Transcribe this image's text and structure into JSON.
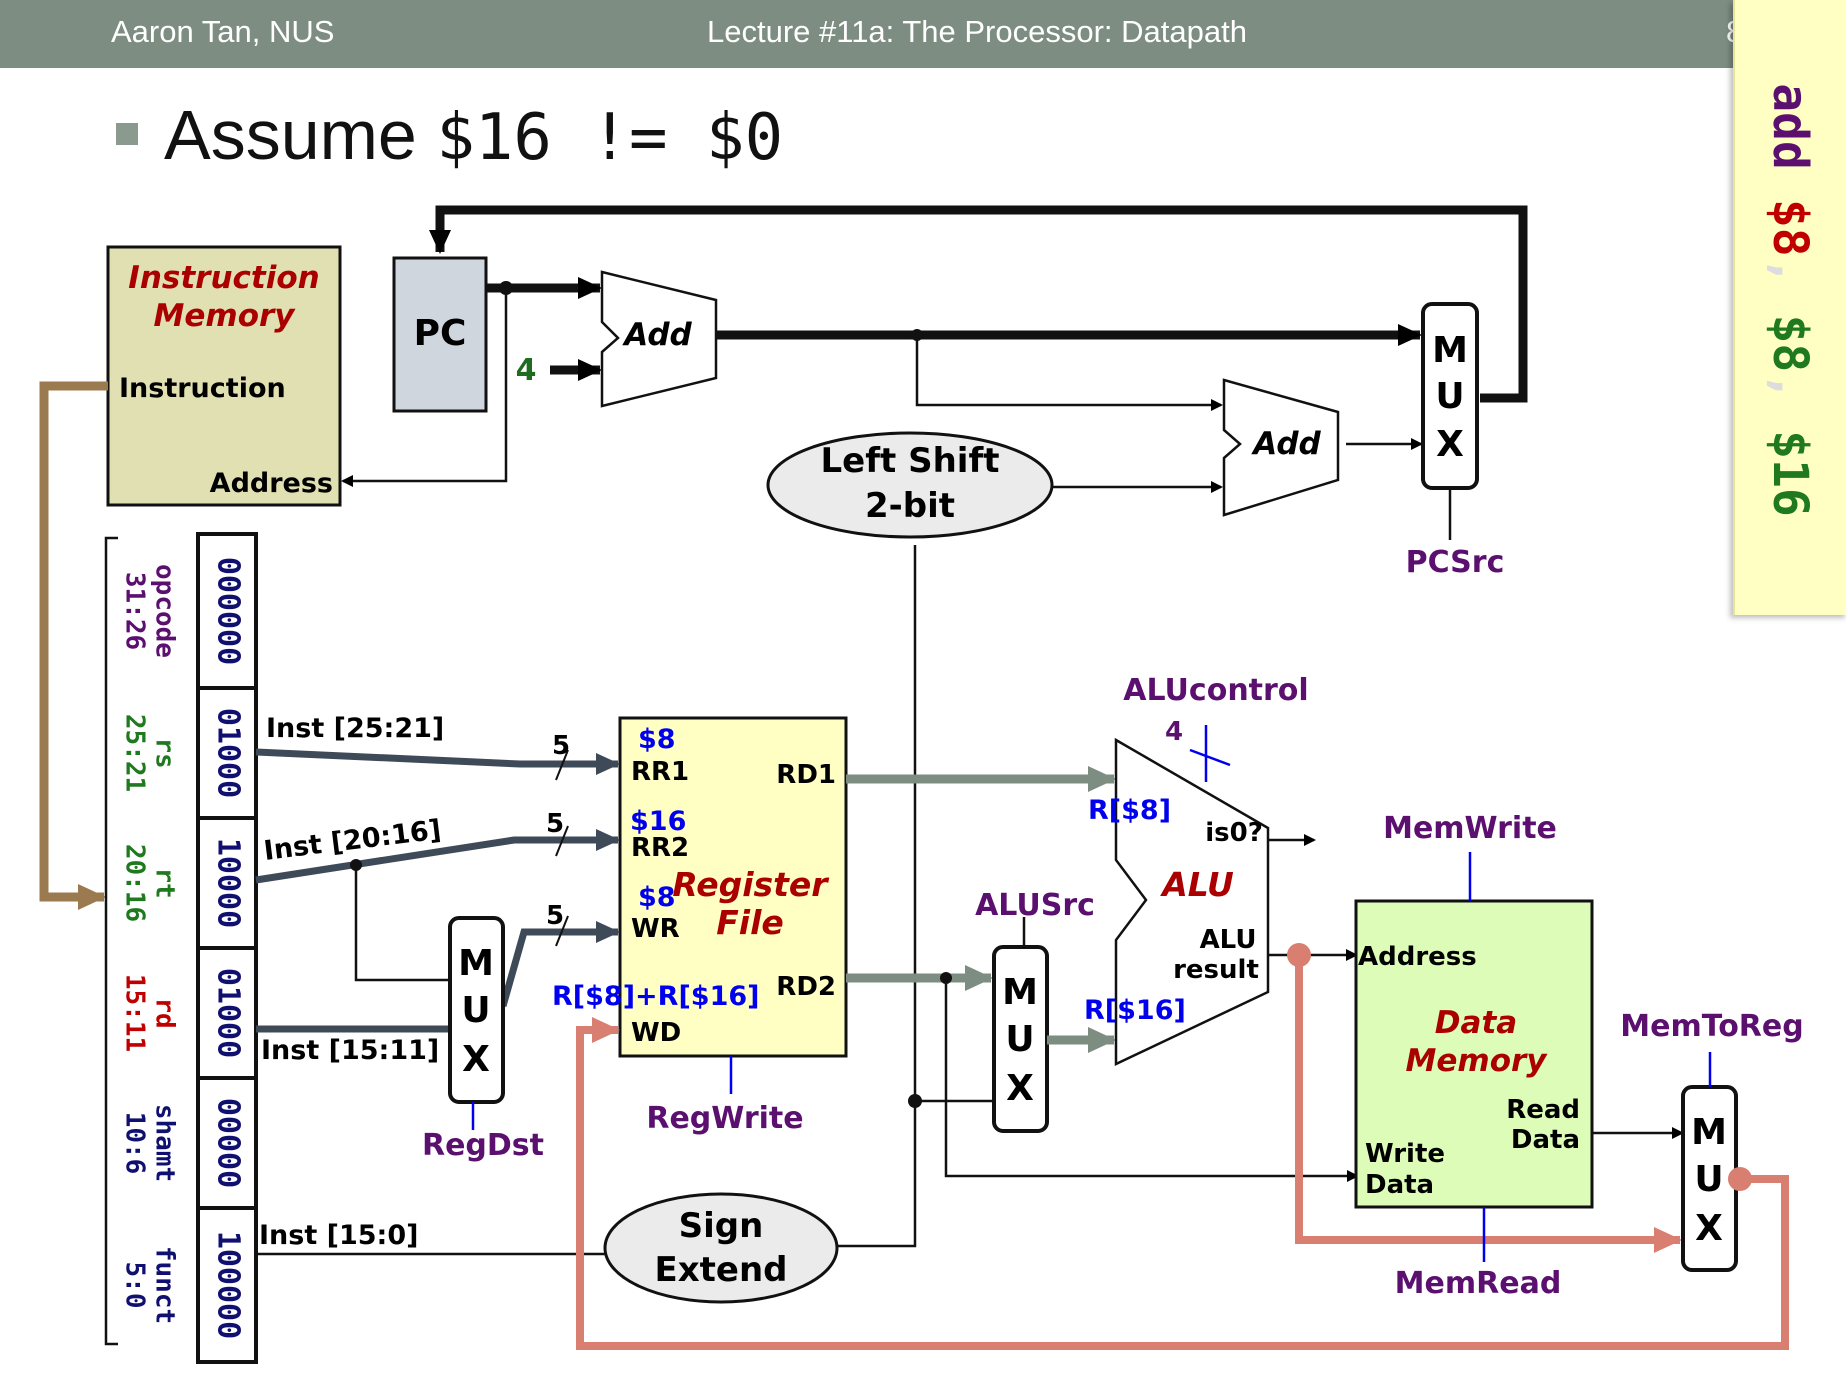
{
  "header": {
    "author": "Aaron Tan, NUS",
    "lecture": "Lecture #11a: The Processor: Datapath",
    "page_partial": "8"
  },
  "title": {
    "prefix": "Assume ",
    "expr": "$16 != $0"
  },
  "sticky": {
    "op": "add",
    "r1": "$8",
    "sep1": ",",
    "r2": "$8",
    "sep2": ",",
    "r3": "$16"
  },
  "instruction_memory": {
    "title_line1": "Instruction",
    "title_line2": "Memory",
    "port_out": "Instruction",
    "port_in": "Address"
  },
  "pc": {
    "label": "PC"
  },
  "const_four": "4",
  "adders": {
    "pc_adder": "Add",
    "branch_adder": "Add"
  },
  "left_shift": {
    "line1": "Left Shift",
    "line2": "2-bit"
  },
  "pc_mux": {
    "m": "M",
    "u": "U",
    "x": "X",
    "control": "PCSrc"
  },
  "instruction_fields": [
    {
      "name": "opcode",
      "range": "31:26",
      "bits": "000000",
      "color": "#5b0f6e"
    },
    {
      "name": "rs",
      "range": "25:21",
      "bits": "01000",
      "color": "#1f7a1f"
    },
    {
      "name": "rt",
      "range": "20:16",
      "bits": "10000",
      "color": "#1f7a1f"
    },
    {
      "name": "rd",
      "range": "15:11",
      "bits": "01000",
      "color": "#c00000"
    },
    {
      "name": "shamt",
      "range": "10:6",
      "bits": "00000",
      "color": "#101070"
    },
    {
      "name": "funct",
      "range": "5:0",
      "bits": "100000",
      "color": "#101070"
    }
  ],
  "wires": {
    "inst_25_21": "Inst [25:21]",
    "inst_20_16": "Inst [20:16]",
    "inst_15_11": "Inst [15:11]",
    "inst_15_0": "Inst [15:0]",
    "width_5": "5"
  },
  "register_file": {
    "title_line1": "Register",
    "title_line2": "File",
    "rr1": "RR1",
    "rr2": "RR2",
    "wr": "WR",
    "wd": "WD",
    "rd1": "RD1",
    "rd2": "RD2",
    "rr1_val": "$8",
    "rr2_val": "$16",
    "wr_val": "$8",
    "wd_val": "R[$8]+R[$16]",
    "control": "RegWrite"
  },
  "regdst_mux": {
    "m": "M",
    "u": "U",
    "x": "X",
    "control": "RegDst"
  },
  "alusrc_mux": {
    "m": "M",
    "u": "U",
    "x": "X",
    "control": "ALUSrc"
  },
  "alu": {
    "label": "ALU",
    "control": "ALUcontrol",
    "control_width": "4",
    "is0": "is0?",
    "result_line1": "ALU",
    "result_line2": "result",
    "in1_val": "R[$8]",
    "in2_val": "R[$16]"
  },
  "sign_extend": {
    "line1": "Sign",
    "line2": "Extend"
  },
  "data_memory": {
    "title_line1": "Data",
    "title_line2": "Memory",
    "address": "Address",
    "write_data_1": "Write",
    "write_data_2": "Data",
    "read_data_1": "Read",
    "read_data_2": "Data",
    "mem_write": "MemWrite",
    "mem_read": "MemRead"
  },
  "memtoreg_mux": {
    "m": "M",
    "u": "U",
    "x": "X",
    "control": "MemToReg"
  },
  "colors": {
    "header_bg": "#7d8d82",
    "active_bus": "#3f4a59",
    "rd_bus": "#7d8d82",
    "writeback": "#d97f72",
    "fetch_wire": "#9c7a4f",
    "control": "#5b0f6e",
    "value": "#0000ee",
    "block_title": "#aa0000"
  }
}
